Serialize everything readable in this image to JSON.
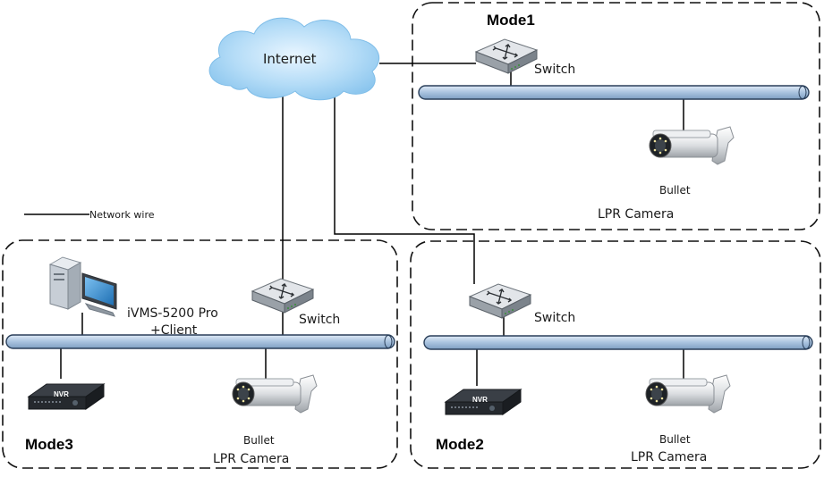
{
  "internet": {
    "label": "Internet"
  },
  "legend": {
    "label": "Network wire"
  },
  "colors": {
    "cloud": "#a9d6f5",
    "bus_fill": "#b9cfe6",
    "bus_stroke": "#2a3f5a",
    "wire": "#000000",
    "switch_top": "#d9dde2",
    "switch_side": "#7d858d",
    "monitor_screen": "#2f84c8",
    "pc_body": "#cfd6dd",
    "nvr_body": "#2b2f35"
  },
  "modes": [
    {
      "title": "Mode1",
      "switch_label": "Switch",
      "camera_label": "Bullet",
      "camera_caption": "LPR Camera"
    },
    {
      "title": "Mode2",
      "switch_label": "Switch",
      "nvr_label": "NVR",
      "camera_label": "Bullet",
      "camera_caption": "LPR Camera"
    },
    {
      "title": "Mode3",
      "switch_label": "Switch",
      "client_label_1": "iVMS-5200 Pro",
      "client_label_2": "+Client",
      "nvr_label": "NVR",
      "camera_label": "Bullet",
      "camera_caption": "LPR Camera"
    }
  ]
}
